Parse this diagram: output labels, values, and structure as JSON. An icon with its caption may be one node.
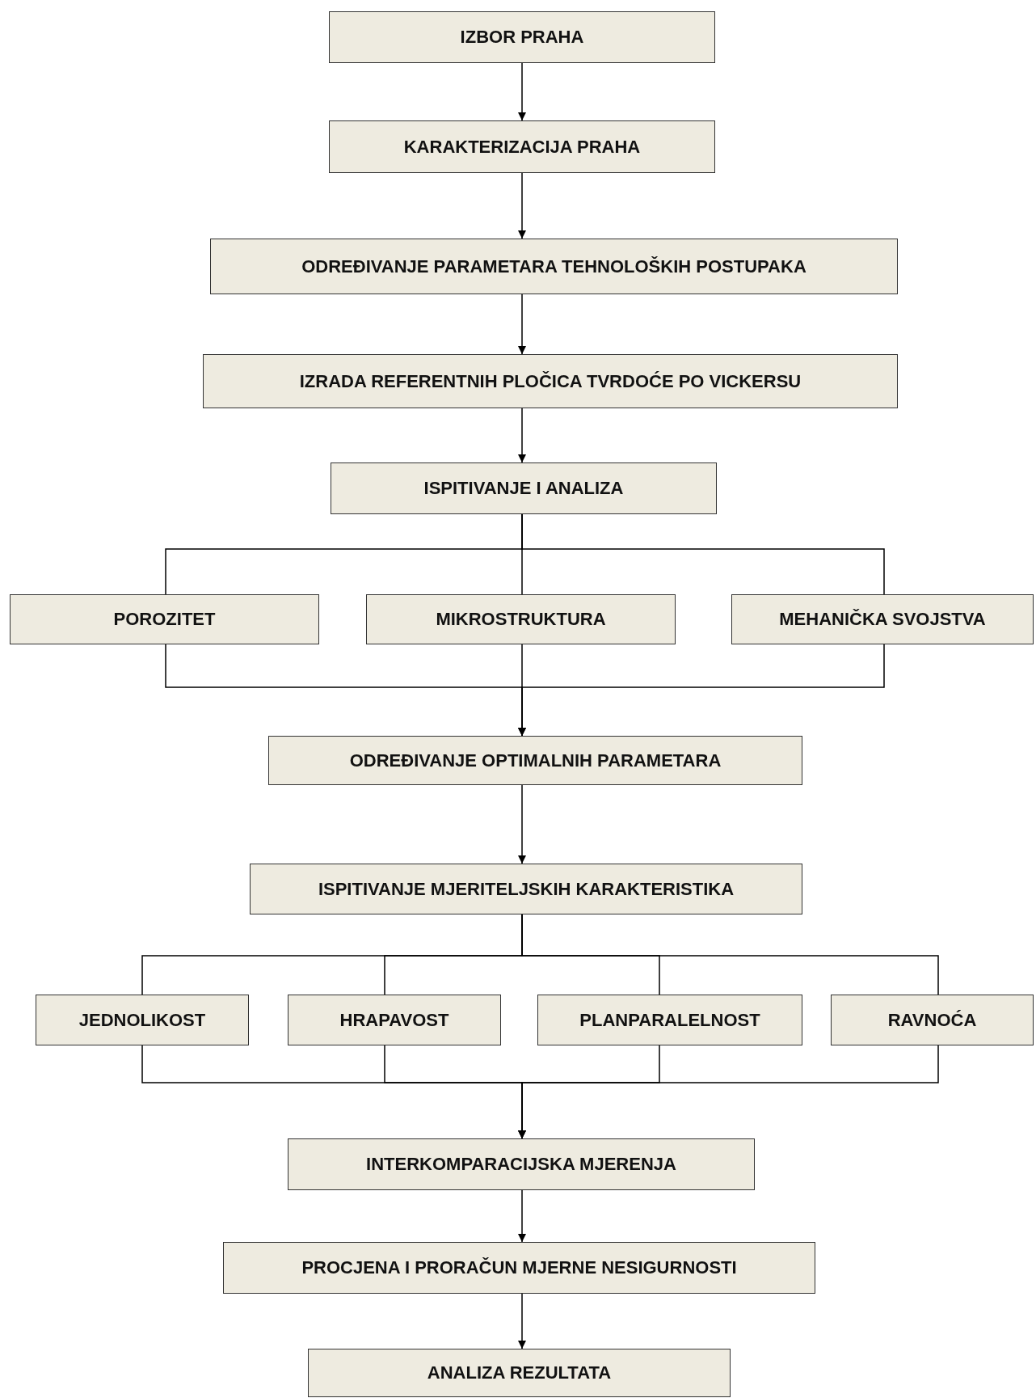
{
  "diagram": {
    "nodes": [
      {
        "text": [
          "IZBOR PRAHA"
        ]
      },
      {
        "text": [
          "KARAKTERIZACIJA PRAHA"
        ]
      },
      {
        "text": [
          "ODREĐIVANJE PARAMETARA TEHNOLOŠKIH POSTUPAKA"
        ]
      },
      {
        "text": [
          "IZRADA REFERENTNIH PLOČICA TVRDOĆE PO VICKERSU"
        ]
      },
      {
        "text": [
          "ISPITIVANJE I ANALIZA"
        ]
      },
      {
        "text": [
          "POROZITET"
        ]
      },
      {
        "text": [
          "MIKROSTRUKTURA"
        ]
      },
      {
        "text": [
          "MEHANIČKA SVOJSTVA"
        ]
      },
      {
        "text": [
          "ODREĐIVANJE OPTIMALNIH PARAMETARA"
        ]
      },
      {
        "text": [
          "ISPITIVANJE MJERITELJSKIH KARAKTERISTIKA"
        ]
      },
      {
        "text": [
          "JEDNOLIKOST"
        ]
      },
      {
        "text": [
          "HRAPAVOST"
        ]
      },
      {
        "text": [
          "PLANPARALELNOST"
        ]
      },
      {
        "text": [
          "RAVNOĆA"
        ]
      },
      {
        "text": [
          "INTERKOMPARACIJSKA MJERENJA"
        ]
      },
      {
        "text": [
          "PROCJENA I PRORAČUN MJERNE NESIGURNOSTI"
        ]
      },
      {
        "text": [
          "ANALIZA REZULTATA"
        ]
      }
    ],
    "edges": [
      {
        "from": 0,
        "to": 1,
        "arrow": "to"
      },
      {
        "from": 1,
        "to": 2,
        "arrow": "to"
      },
      {
        "from": 2,
        "to": 3,
        "arrow": "to"
      },
      {
        "from": 3,
        "to": 4,
        "arrow": "to"
      },
      {
        "from": 4,
        "to": 5,
        "arrow": "none"
      },
      {
        "from": 4,
        "to": 6,
        "arrow": "none"
      },
      {
        "from": 4,
        "to": 7,
        "arrow": "none"
      },
      {
        "from": 5,
        "to": 8,
        "arrow": "to"
      },
      {
        "from": 6,
        "to": 8,
        "arrow": "to"
      },
      {
        "from": 7,
        "to": 8,
        "arrow": "to"
      },
      {
        "from": 8,
        "to": 9,
        "arrow": "to"
      },
      {
        "from": 9,
        "to": 10,
        "arrow": "none"
      },
      {
        "from": 9,
        "to": 11,
        "arrow": "none"
      },
      {
        "from": 9,
        "to": 12,
        "arrow": "none"
      },
      {
        "from": 9,
        "to": 13,
        "arrow": "none"
      },
      {
        "from": 10,
        "to": 14,
        "arrow": "to"
      },
      {
        "from": 11,
        "to": 14,
        "arrow": "to"
      },
      {
        "from": 12,
        "to": 14,
        "arrow": "to"
      },
      {
        "from": 13,
        "to": 14,
        "arrow": "to"
      },
      {
        "from": 14,
        "to": 15,
        "arrow": "to"
      },
      {
        "from": 15,
        "to": 16,
        "arrow": "to"
      }
    ]
  }
}
